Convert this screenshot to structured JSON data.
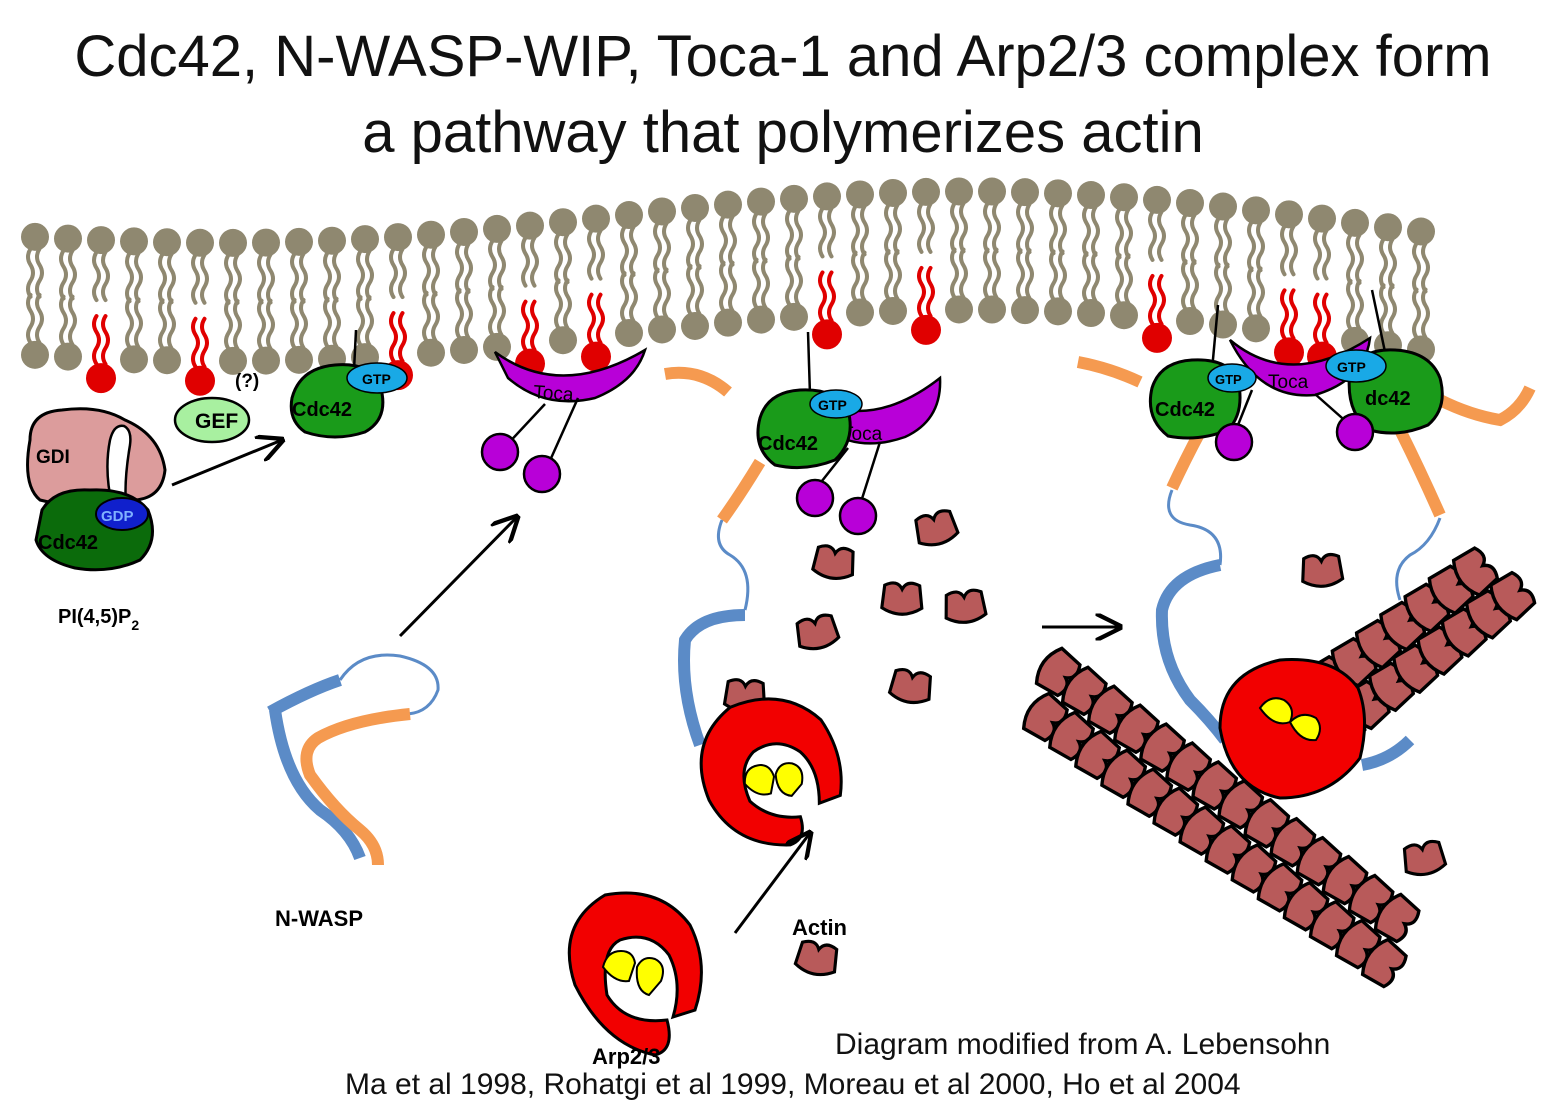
{
  "title": {
    "line1": "Cdc42, N-WASP-WIP, Toca-1 and Arp2/3 complex form",
    "line2": "a pathway that polymerizes actin"
  },
  "labels": {
    "gdi": "GDI",
    "gdp": "GDP",
    "cdc42": "Cdc42",
    "gtp": "GTP",
    "gef": "GEF",
    "question": "(?)",
    "toca": "Toca",
    "pip2_main": "PI(4,5)P",
    "pip2_sub": "2",
    "nwasp": "N-WASP",
    "arp23": "Arp2/3",
    "actin": "Actin",
    "cdc42_partial": "dc42",
    "gtp_partial": "GTP"
  },
  "credits": {
    "line1": "Diagram modified from A. Lebensohn",
    "line2": "Ma et al 1998, Rohatgi et al 1999, Moreau et al 2000, Ho et al 2004"
  },
  "colors": {
    "lipid": "#8f8870",
    "pip2": "#e00000",
    "cdc42": "#1a9b1a",
    "cdc42_dark": "#0b6b0b",
    "gtp": "#19a9e6",
    "gdp": "#1020cc",
    "gef": "#a8f0a0",
    "gdi": "#dc9c9c",
    "toca": "#b800d8",
    "nwasp_blue": "#5b8bc7",
    "nwasp_orange": "#f59a50",
    "arp": "#f20000",
    "arp_yellow": "#ffff00",
    "actin": "#b85a5a"
  }
}
